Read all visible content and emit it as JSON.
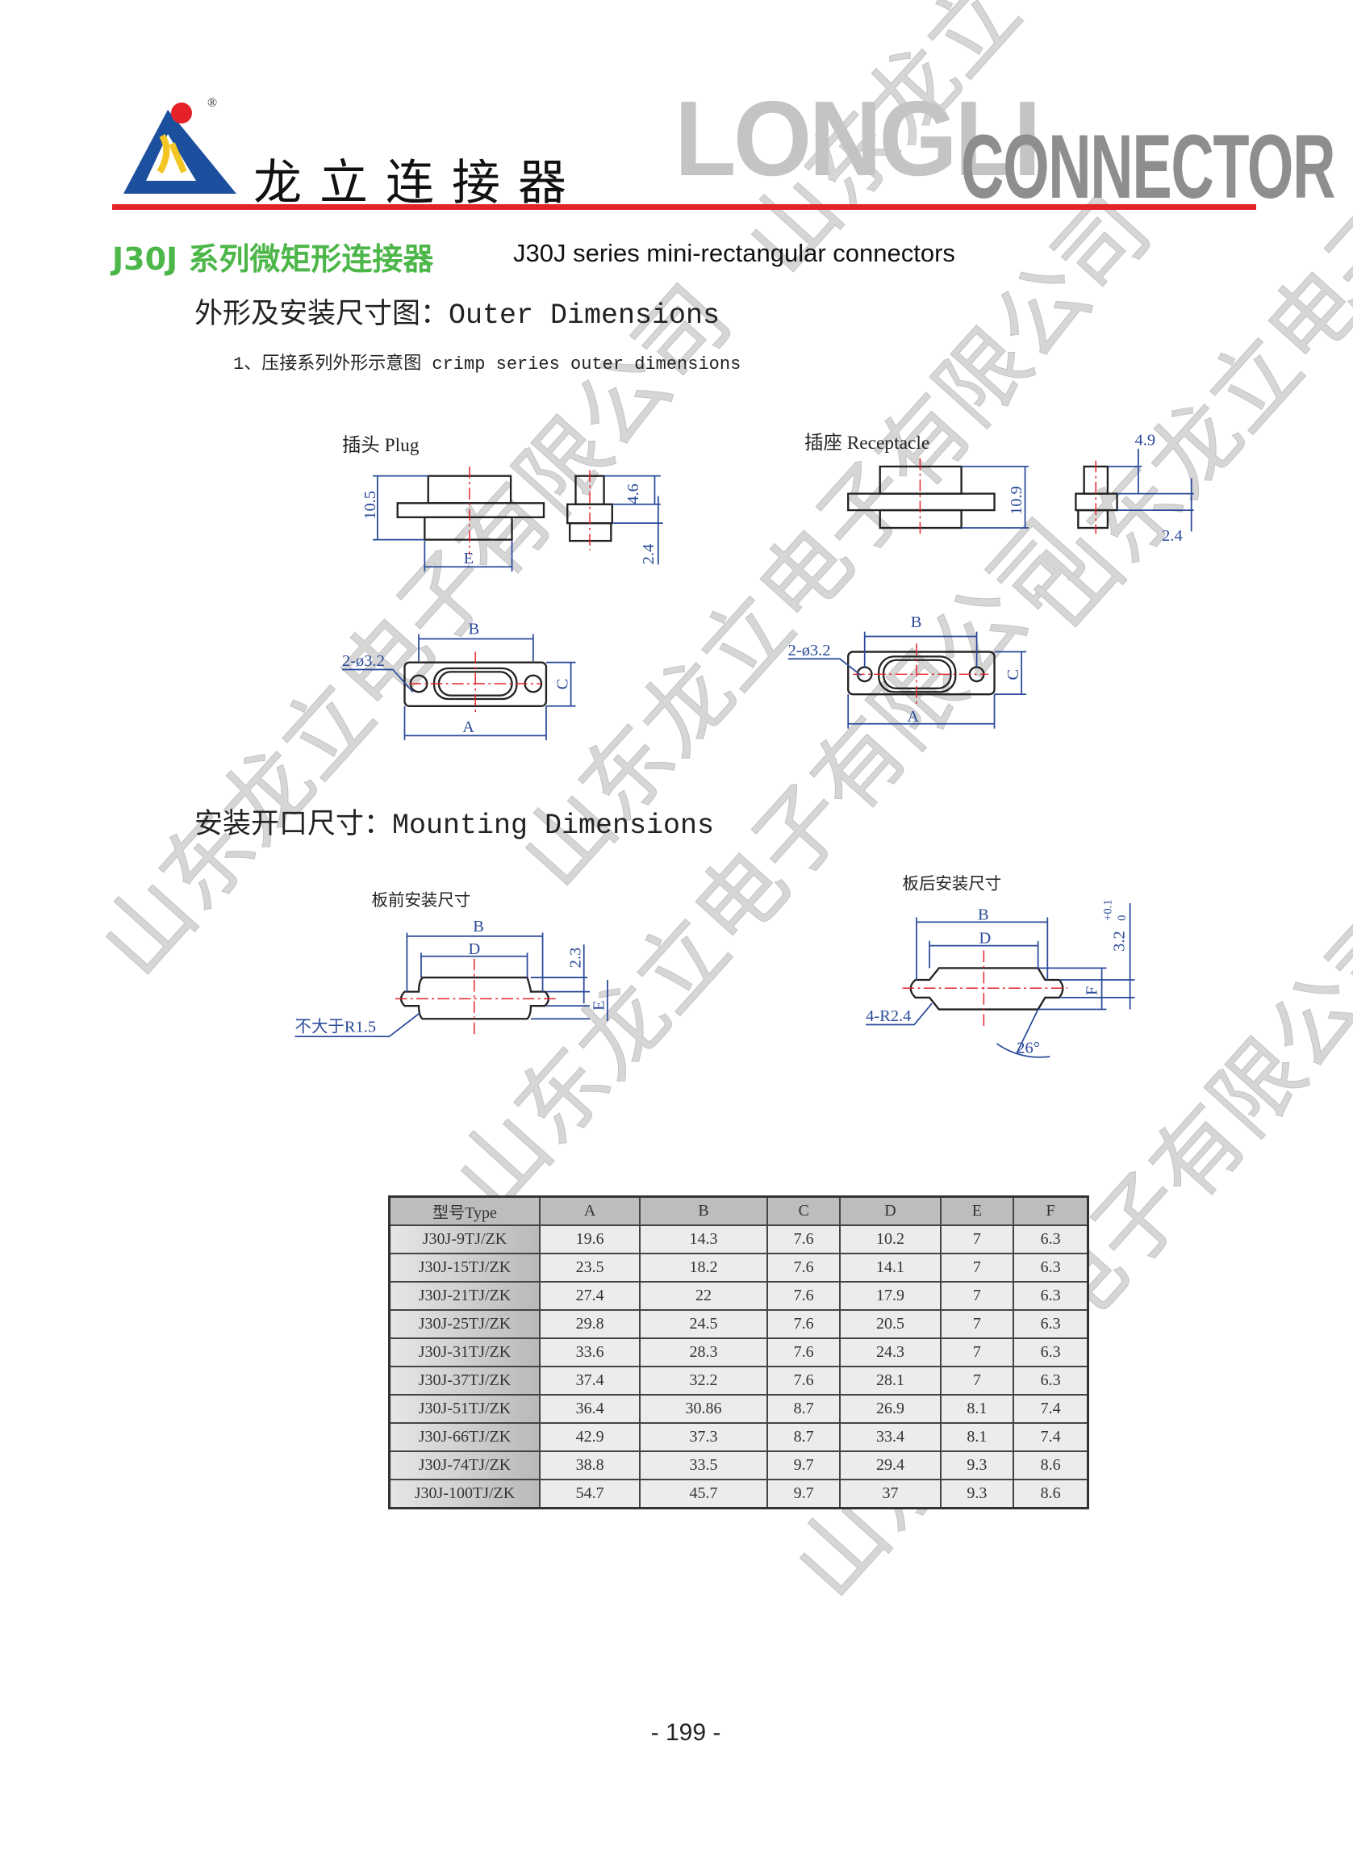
{
  "header": {
    "brand_cn": "龙立连接器",
    "brand_wordmark_1": "LONGLI",
    "brand_wordmark_2": "CONNECTOR",
    "logo": "longli-triangle-logo",
    "registered": "®",
    "accent": "#e5222a"
  },
  "title": {
    "cn": "J30J 系列微矩形连接器",
    "en": "J30J series mini-rectangular connectors",
    "color": "#4cb648"
  },
  "outer": {
    "heading": "外形及安装尺寸图：Outer Dimensions",
    "sub": "1、压接系列外形示意图 crimp series outer dimensions",
    "plug": {
      "label": "插头 Plug",
      "h": "10.5",
      "e": "E",
      "d1": "4.6",
      "d2": "2.4",
      "b": "B",
      "a": "A",
      "c": "C",
      "holes": "2-ø3.2"
    },
    "receptacle": {
      "label": "插座  Receptacle",
      "h": "10.9",
      "d1": "4.9",
      "d2": "2.4",
      "b": "B",
      "a": "A",
      "c": "C",
      "holes": "2-ø3.2"
    }
  },
  "mounting": {
    "heading": "安装开口尺寸：Mounting Dimensions",
    "front": {
      "label": "板前安装尺寸",
      "b": "B",
      "d": "D",
      "h": "2.3",
      "e": "E",
      "r": "不大于R1.5"
    },
    "rear": {
      "label": "板后安装尺寸",
      "b": "B",
      "d": "D",
      "f": "F",
      "h": "3.2",
      "tol": "+0.1",
      "tol0": "0",
      "r": "4-R2.4",
      "angle": "26°"
    }
  },
  "table": {
    "headers": [
      "型号Type",
      "A",
      "B",
      "C",
      "D",
      "E",
      "F"
    ],
    "rows": [
      [
        "J30J-9TJ/ZK",
        "19.6",
        "14.3",
        "7.6",
        "10.2",
        "7",
        "6.3"
      ],
      [
        "J30J-15TJ/ZK",
        "23.5",
        "18.2",
        "7.6",
        "14.1",
        "7",
        "6.3"
      ],
      [
        "J30J-21TJ/ZK",
        "27.4",
        "22",
        "7.6",
        "17.9",
        "7",
        "6.3"
      ],
      [
        "J30J-25TJ/ZK",
        "29.8",
        "24.5",
        "7.6",
        "20.5",
        "7",
        "6.3"
      ],
      [
        "J30J-31TJ/ZK",
        "33.6",
        "28.3",
        "7.6",
        "24.3",
        "7",
        "6.3"
      ],
      [
        "J30J-37TJ/ZK",
        "37.4",
        "32.2",
        "7.6",
        "28.1",
        "7",
        "6.3"
      ],
      [
        "J30J-51TJ/ZK",
        "36.4",
        "30.86",
        "8.7",
        "26.9",
        "8.1",
        "7.4"
      ],
      [
        "J30J-66TJ/ZK",
        "42.9",
        "37.3",
        "8.7",
        "33.4",
        "8.1",
        "7.4"
      ],
      [
        "J30J-74TJ/ZK",
        "38.8",
        "33.5",
        "9.7",
        "29.4",
        "9.3",
        "8.6"
      ],
      [
        "J30J-100TJ/ZK",
        "54.7",
        "45.7",
        "9.7",
        "37",
        "9.3",
        "8.6"
      ]
    ]
  },
  "page_number": "- 199 -",
  "watermark": "山东龙立电子有限公司"
}
